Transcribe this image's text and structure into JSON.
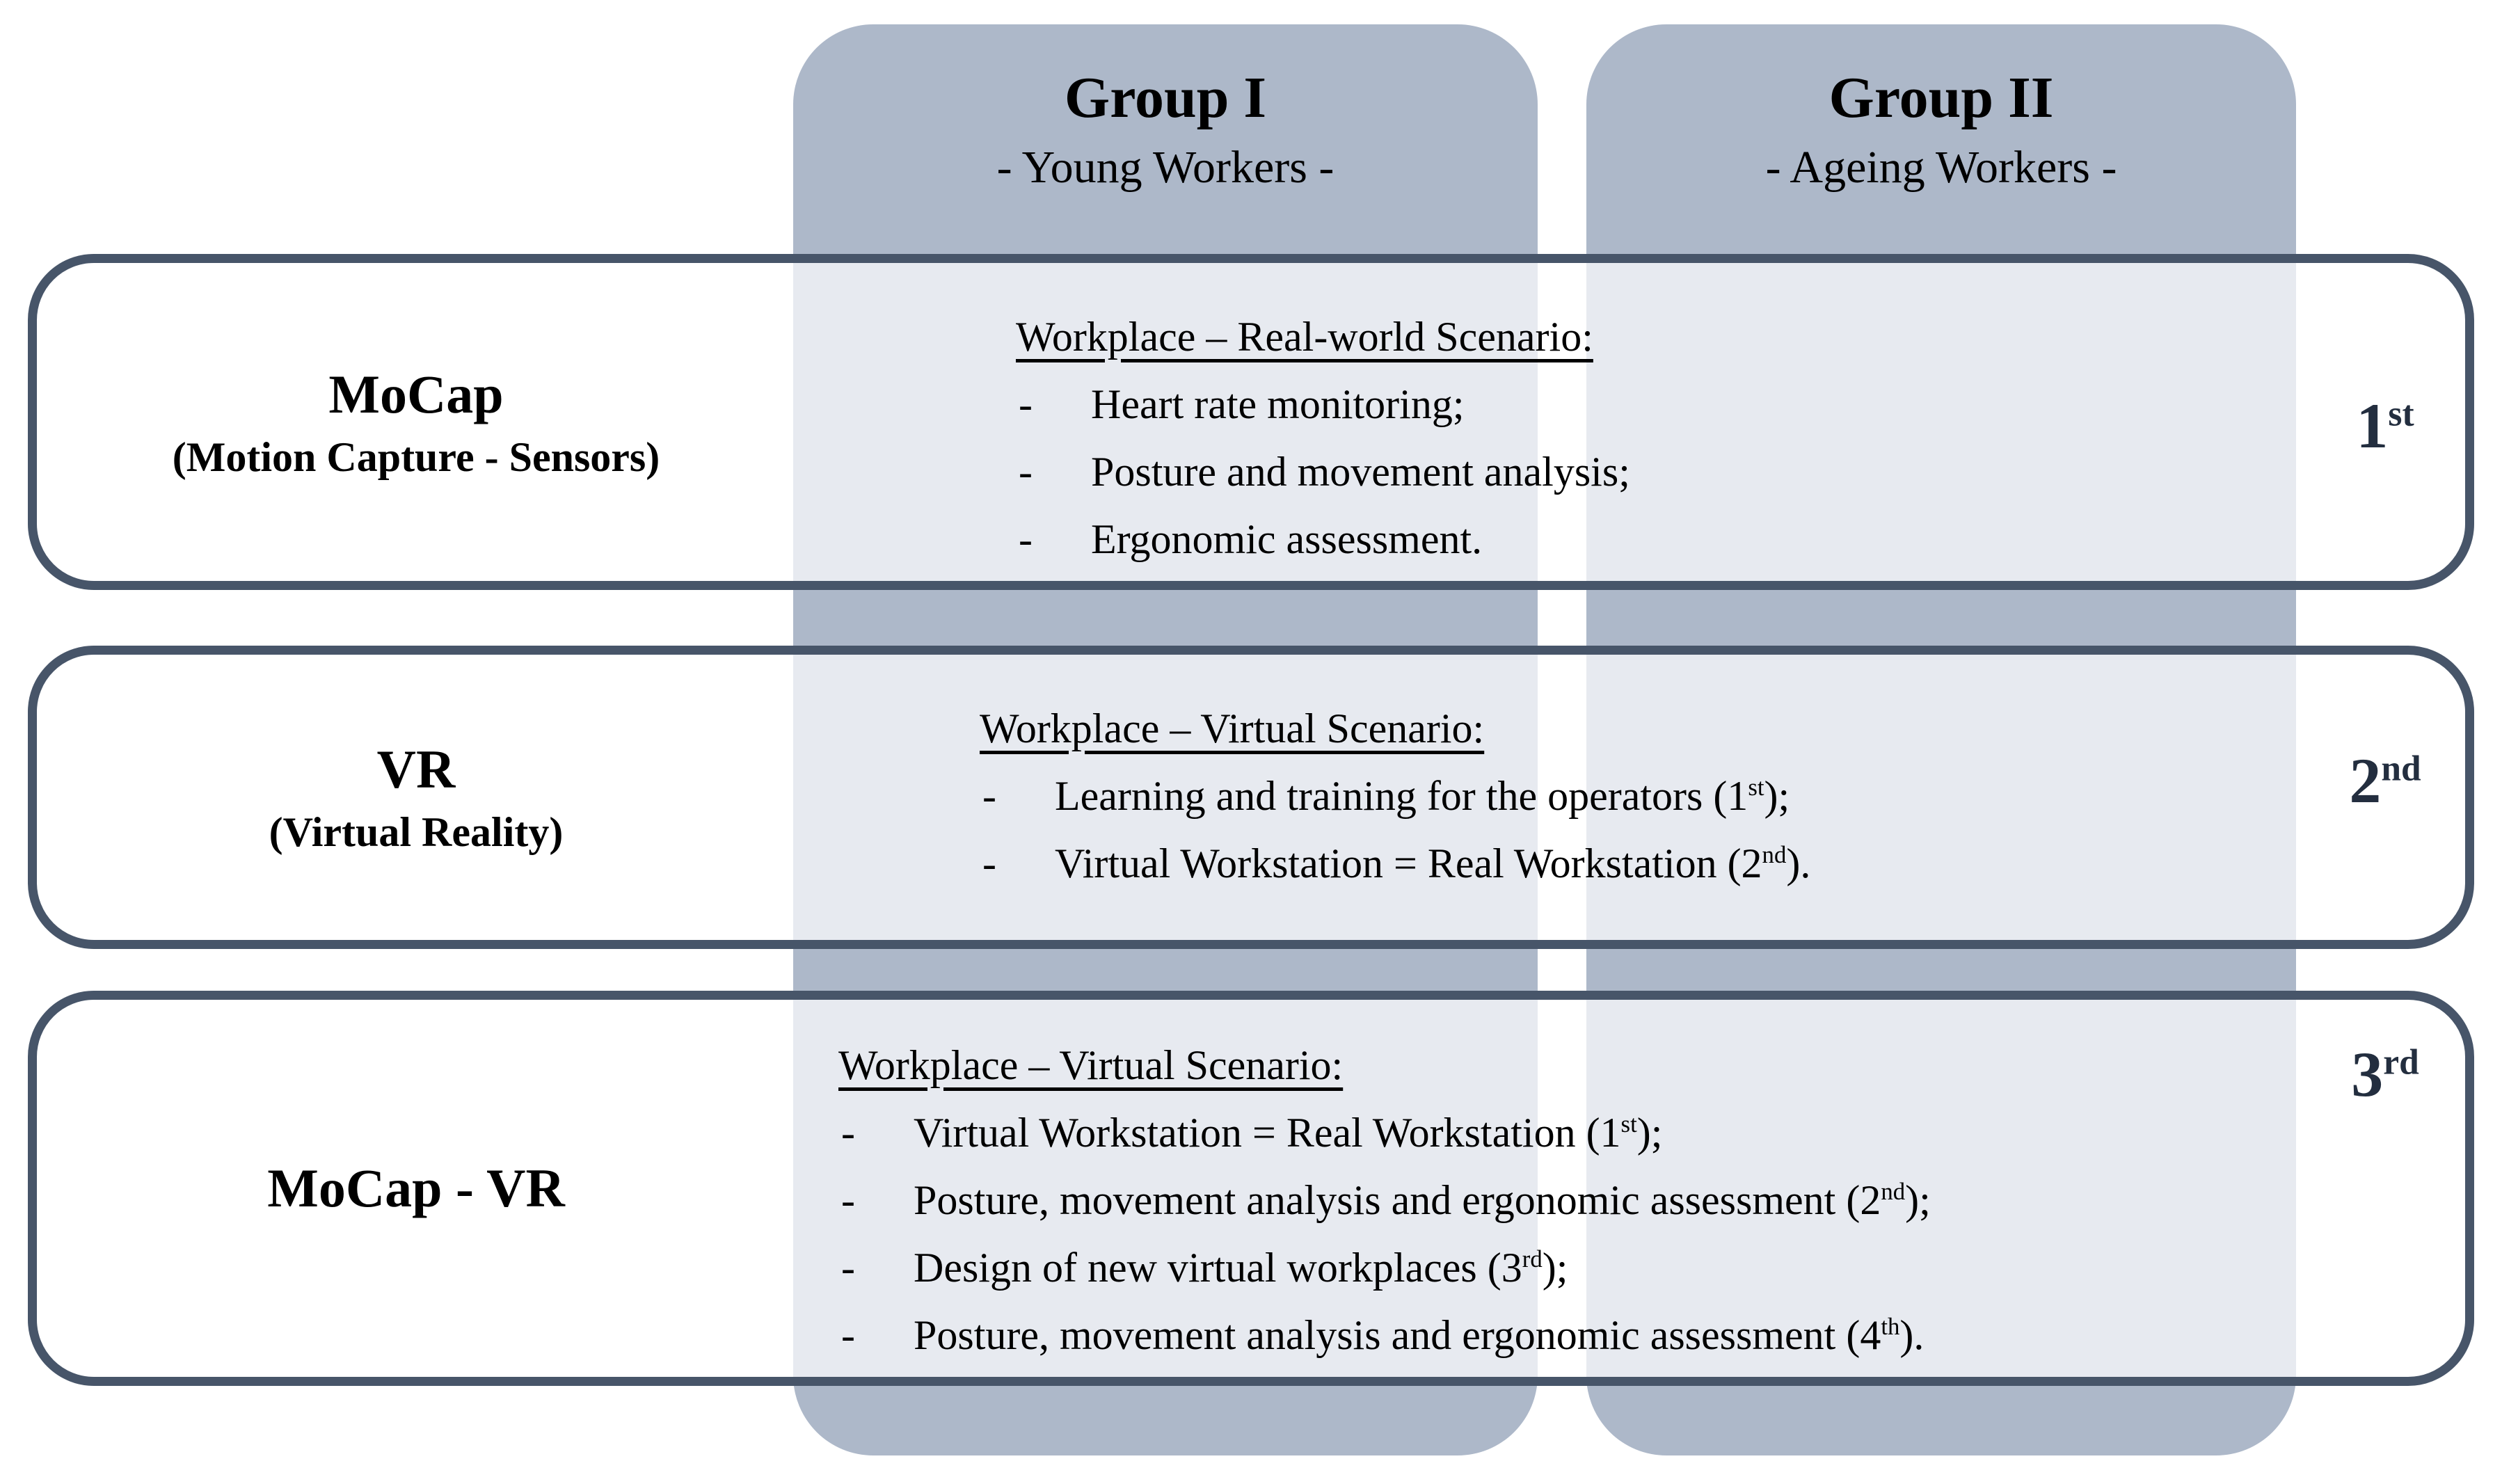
{
  "colors": {
    "column_fill": "#adb8c9",
    "column_fill_inside_boxes": "#e7eaf0",
    "box_border": "#475569",
    "ordinal_text": "#232e3f",
    "body_text": "#000000"
  },
  "columns": [
    {
      "title": "Group I",
      "subtitle": "- Young Workers -"
    },
    {
      "title": "Group II",
      "subtitle": "- Ageing Workers -"
    }
  ],
  "rows": [
    {
      "label_main": "MoCap",
      "label_sub": "(Motion Capture - Sensors)",
      "scenario_title": "Workplace – Real-world Scenario:",
      "bullets": [
        {
          "segments": [
            [
              "text",
              "Heart rate monitoring;"
            ]
          ]
        },
        {
          "segments": [
            [
              "text",
              "Posture and movement analysis;"
            ]
          ]
        },
        {
          "segments": [
            [
              "text",
              "Ergonomic assessment."
            ]
          ]
        }
      ],
      "ordinal": {
        "value": "1",
        "suffix": "st"
      }
    },
    {
      "label_main": "VR",
      "label_sub": "(Virtual Reality)",
      "scenario_title": "Workplace – Virtual Scenario:",
      "bullets": [
        {
          "segments": [
            [
              "text",
              "Learning and training for the operators (1"
            ],
            [
              "sup",
              "st"
            ],
            [
              "text",
              ");"
            ]
          ]
        },
        {
          "segments": [
            [
              "text",
              "Virtual Workstation = Real Workstation (2"
            ],
            [
              "sup",
              "nd"
            ],
            [
              "text",
              ")."
            ]
          ]
        }
      ],
      "ordinal": {
        "value": "2",
        "suffix": "nd"
      }
    },
    {
      "label_main": "MoCap - VR",
      "label_sub": "",
      "scenario_title": "Workplace – Virtual Scenario:",
      "bullets": [
        {
          "segments": [
            [
              "text",
              "Virtual Workstation = Real Workstation (1"
            ],
            [
              "sup",
              "st"
            ],
            [
              "text",
              ");"
            ]
          ]
        },
        {
          "segments": [
            [
              "text",
              "Posture, movement analysis and ergonomic assessment (2"
            ],
            [
              "sup",
              "nd"
            ],
            [
              "text",
              ");"
            ]
          ]
        },
        {
          "segments": [
            [
              "text",
              "Design of new virtual workplaces (3"
            ],
            [
              "sup",
              "rd"
            ],
            [
              "text",
              ");"
            ]
          ]
        },
        {
          "segments": [
            [
              "text",
              "Posture, movement analysis and ergonomic assessment (4"
            ],
            [
              "sup",
              "th"
            ],
            [
              "text",
              ")."
            ]
          ]
        }
      ],
      "ordinal": {
        "value": "3",
        "suffix": "rd"
      }
    }
  ]
}
